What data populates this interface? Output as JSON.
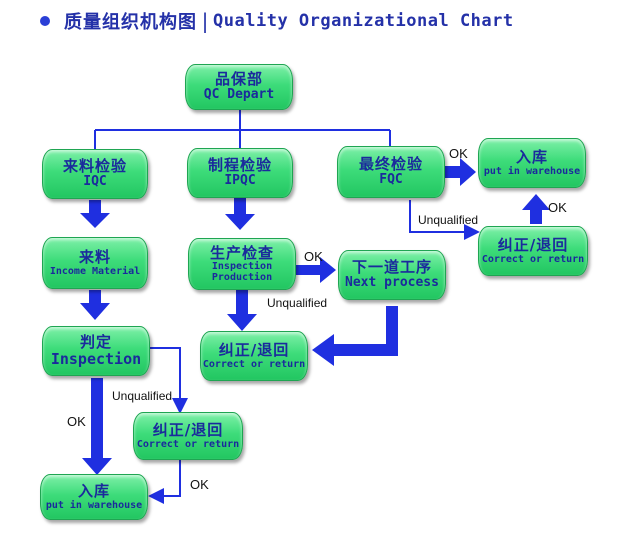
{
  "header": {
    "title_cn": "质量组织机构图",
    "separator": "|",
    "title_en": "Quality Organizational Chart"
  },
  "nodes": {
    "qc_depart": {
      "cn": "品保部",
      "en": "QC Depart"
    },
    "iqc": {
      "cn": "来料检验",
      "en": "IQC"
    },
    "ipqc": {
      "cn": "制程检验",
      "en": "IPQC"
    },
    "fqc": {
      "cn": "最终检验",
      "en": "FQC"
    },
    "warehouse_top": {
      "cn": "入库",
      "en": "put in warehouse"
    },
    "income_material": {
      "cn": "来料",
      "en": "Income Material"
    },
    "inspection_production": {
      "cn": "生产检查",
      "en1": "Inspection",
      "en2": "Production"
    },
    "next_process": {
      "cn": "下一道工序",
      "en": "Next process"
    },
    "correct_right": {
      "cn": "纠正/退回",
      "en": "Correct or return"
    },
    "judgement": {
      "cn": "判定",
      "en": "Inspection"
    },
    "correct_mid": {
      "cn": "纠正/退回",
      "en": "Correct or return"
    },
    "correct_left": {
      "cn": "纠正/退回",
      "en": "Correct or return"
    },
    "warehouse_bottom": {
      "cn": "入库",
      "en": "put in warehouse"
    }
  },
  "labels": {
    "ok_fqc": "OK",
    "unqualified_fqc": "Unqualified",
    "ok_correct_right": "OK",
    "ok_production": "OK",
    "unqualified_production": "Unqualified",
    "unqualified_judgement": "Unqualified",
    "ok_judgement": "OK",
    "ok_correct_left": "OK"
  },
  "colors": {
    "box_fill": "#3ddc7a",
    "box_text": "#1a2a9c",
    "arrow": "#1f2fe0",
    "title": "#2431a8"
  }
}
